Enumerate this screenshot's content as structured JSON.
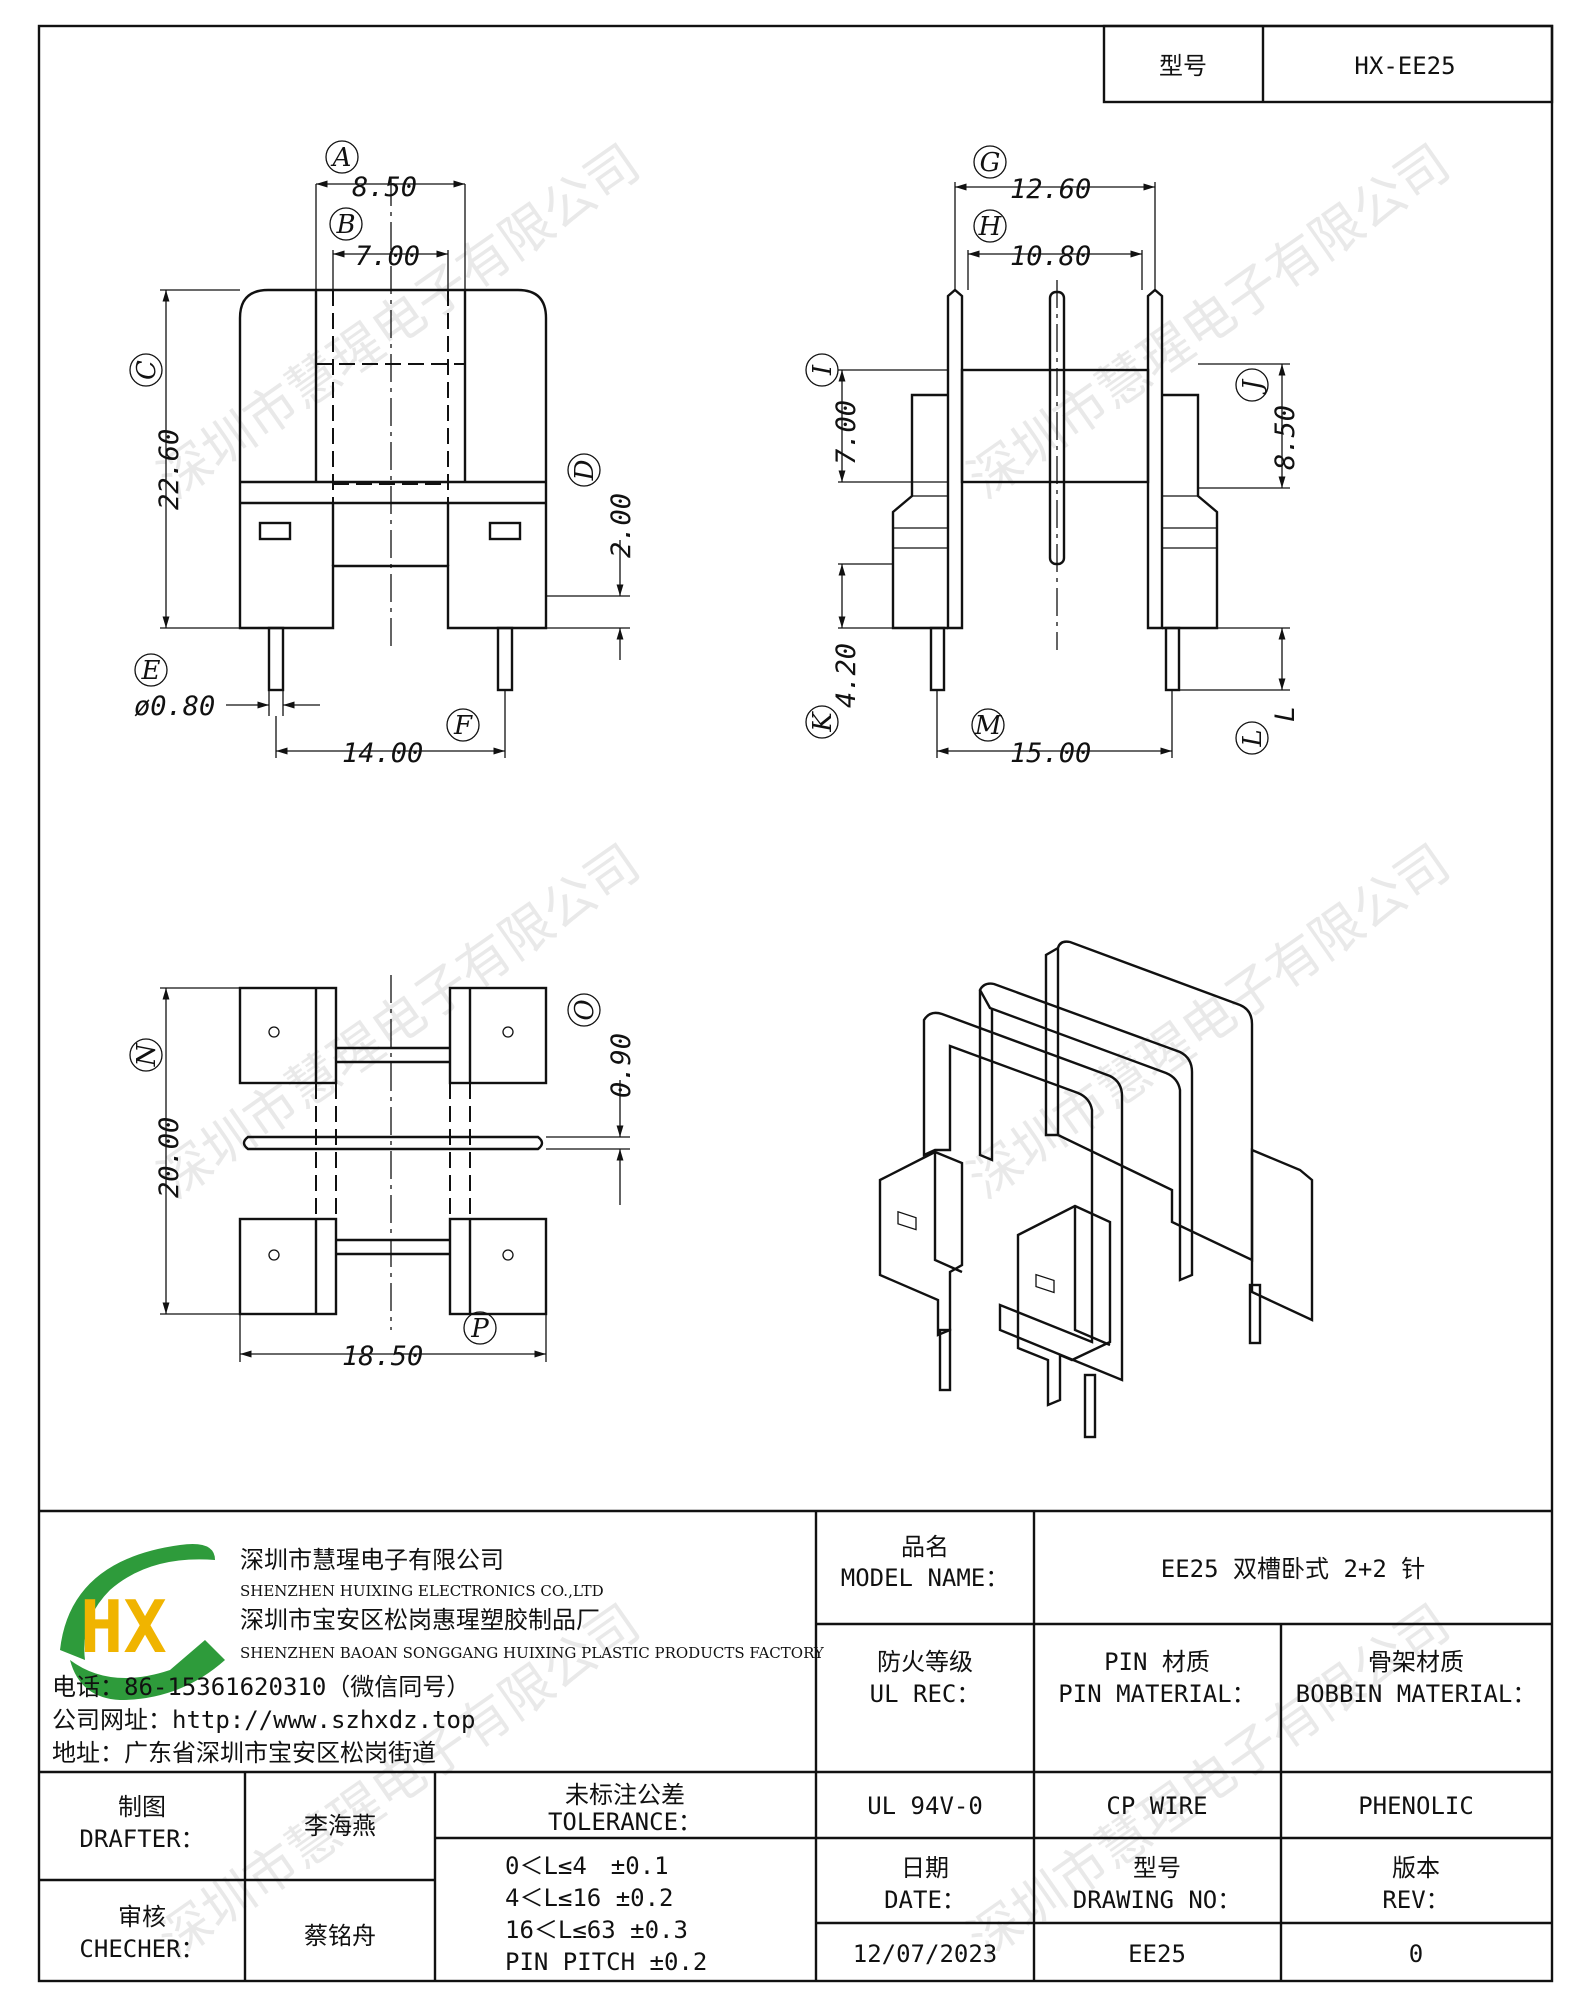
{
  "title_block_top": {
    "model_label": "型号",
    "model_value": "HX-EE25"
  },
  "views": {
    "front": {
      "dims": [
        {
          "letter": "A",
          "value": "8.50"
        },
        {
          "letter": "B",
          "value": "7.00"
        },
        {
          "letter": "C",
          "value": "22.60"
        },
        {
          "letter": "D",
          "value": "2.00"
        },
        {
          "letter": "E",
          "value": "ø0.80"
        },
        {
          "letter": "F",
          "value": "14.00"
        }
      ]
    },
    "side": {
      "dims": [
        {
          "letter": "G",
          "value": "12.60"
        },
        {
          "letter": "H",
          "value": "10.80"
        },
        {
          "letter": "I",
          "value": "7.00"
        },
        {
          "letter": "J",
          "value": "8.50"
        },
        {
          "letter": "K",
          "value": "4.20"
        },
        {
          "letter": "M",
          "value": "15.00"
        },
        {
          "letter": "L",
          "value": "L"
        }
      ]
    },
    "bottom": {
      "dims": [
        {
          "letter": "N",
          "value": "20.00"
        },
        {
          "letter": "O",
          "value": "0.90"
        },
        {
          "letter": "P",
          "value": "18.50"
        }
      ]
    }
  },
  "watermark": "深圳市慧瑆电子有限公司",
  "company": {
    "logo_text": "HX",
    "name_cn": "深圳市慧瑆电子有限公司",
    "name_en": "SHENZHEN HUIXING ELECTRONICS CO.,LTD",
    "factory_cn": "深圳市宝安区松岗惠瑆塑胶制品厂",
    "factory_en": "SHENZHEN BAOAN SONGGANG HUIXING PLASTIC PRODUCTS FACTORY",
    "phone": "电话：86-15361620310（微信同号）",
    "website": "公司网址：http://www.szhxdz.top",
    "address": "地址：广东省深圳市宝安区松岗街道"
  },
  "model_name": {
    "label_cn": "品名",
    "label_en": "MODEL NAME：",
    "value": "EE25 双槽卧式 2+2 针"
  },
  "fire_rating": {
    "label_cn": "防火等级",
    "label_en": "UL REC：",
    "value": "UL 94V-0"
  },
  "pin_material": {
    "label_cn": "PIN 材质",
    "label_en": "PIN MATERIAL：",
    "value": "CP WIRE"
  },
  "bobbin_material": {
    "label_cn": "骨架材质",
    "label_en": "BOBBIN MATERIAL：",
    "value": "PHENOLIC"
  },
  "drafter": {
    "label_cn": "制图",
    "label_en": "DRAFTER：",
    "value": "李海燕"
  },
  "checker": {
    "label_cn": "审核",
    "label_en": "CHECHER：",
    "value": "蔡铭舟"
  },
  "tolerance": {
    "label_cn": "未标注公差",
    "label_en": "TOLERANCE：",
    "rows": [
      "0＜L≤4　±0.1",
      "4＜L≤16 ±0.2",
      "16＜L≤63 ±0.3",
      "PIN PITCH ±0.2"
    ]
  },
  "date": {
    "label_cn": "日期",
    "label_en": "DATE：",
    "value": "12/07/2023"
  },
  "drawing_no": {
    "label_cn": "型号",
    "label_en": "DRAWING NO：",
    "value": "EE25"
  },
  "rev": {
    "label_cn": "版本",
    "label_en": "REV：",
    "value": "0"
  }
}
